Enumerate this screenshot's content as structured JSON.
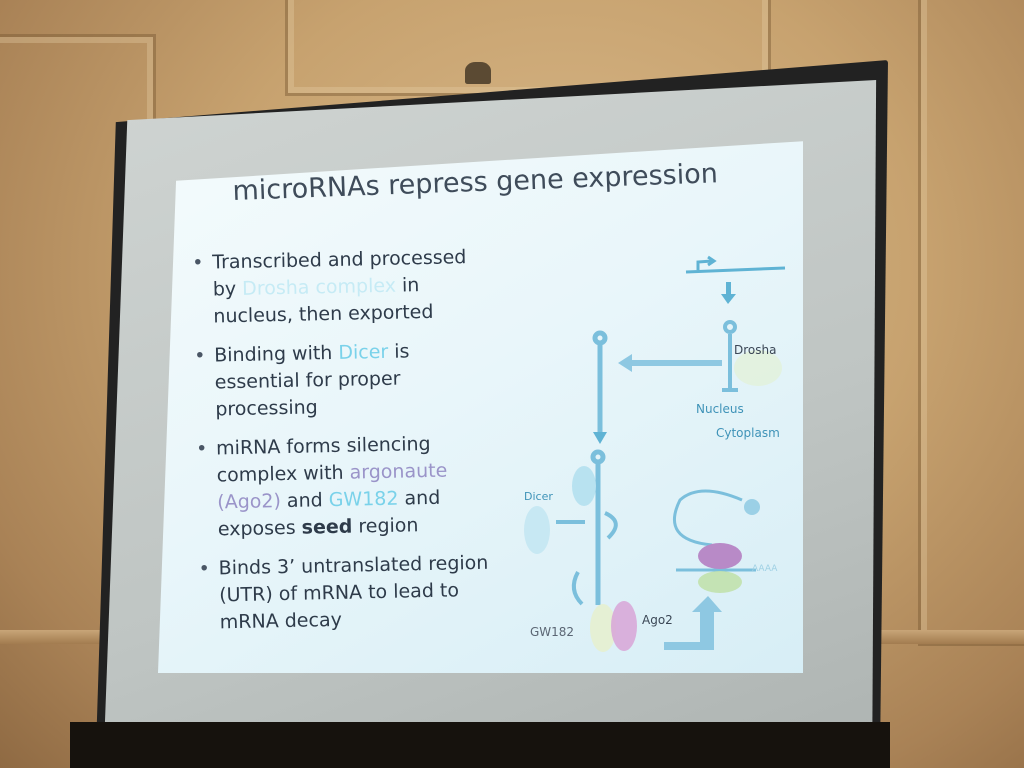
{
  "slide": {
    "title": "microRNAs repress gene expression",
    "bullets": [
      {
        "pre": "Transcribed and processed by ",
        "highlight": "Drosha complex",
        "post": " in nucleus, then exported"
      },
      {
        "pre": "Binding with ",
        "highlight": "Dicer",
        "post": " is essential for proper processing"
      },
      {
        "pre": "miRNA forms silencing complex with ",
        "highlight": "argonaute (Ago2)",
        "mid": " and ",
        "highlight2": "GW182",
        "post_a": " and exposes ",
        "bold": "seed",
        "post_b": " region"
      },
      {
        "text": "Binds 3’ untranslated region (UTR) of mRNA to lead to mRNA decay"
      }
    ],
    "diagram": {
      "drosha": "Drosha",
      "nucleus": "Nucleus",
      "cytoplasm": "Cytoplasm",
      "dicer": "Dicer",
      "gw182": "GW182",
      "ago2": "Ago2",
      "polya": "AAAA"
    },
    "colors": {
      "accent_blue": "#7ad2ea",
      "accent_purple": "#9a94c9",
      "slide_bg": "#e9f6fa"
    }
  }
}
